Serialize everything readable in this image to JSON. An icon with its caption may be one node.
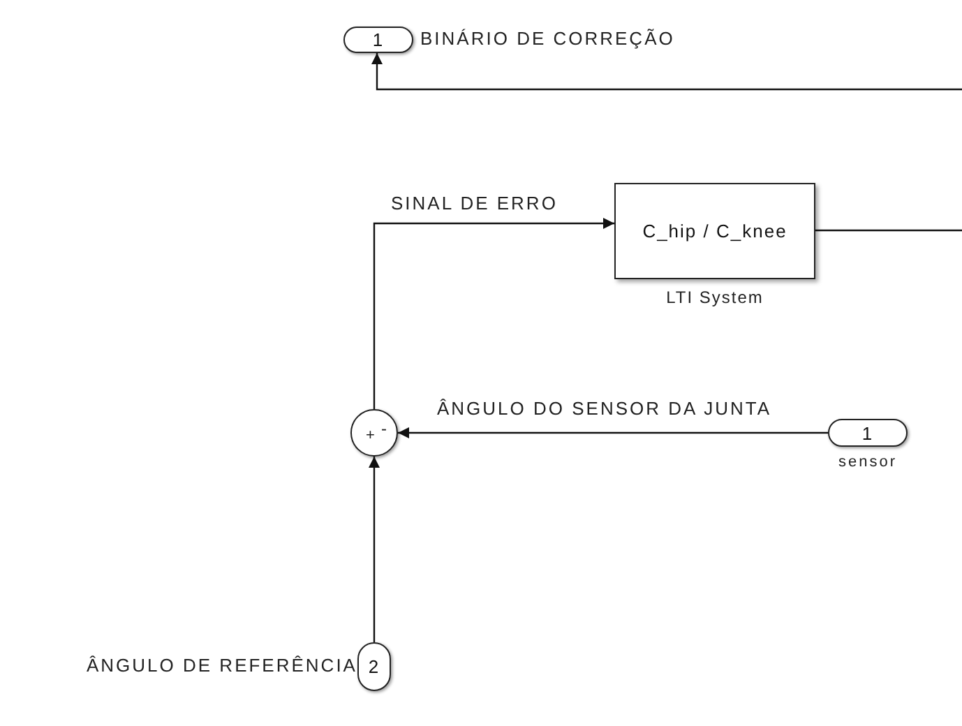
{
  "diagram": {
    "nodes": [
      {
        "text": [
          "1"
        ],
        "beside": [
          "BINÁRIO DE CORREÇÃO"
        ]
      },
      {
        "text": [
          "C_hip / C_knee"
        ],
        "beside": [
          "LTI System"
        ]
      },
      {
        "text": [
          "+",
          "-"
        ]
      },
      {
        "text": [
          "1"
        ],
        "beside": [
          "sensor"
        ]
      },
      {
        "text": [
          "2"
        ],
        "beside": [
          "ÂNGULO DE REFERÊNCIA"
        ]
      }
    ],
    "edges": [
      {
        "from": 1,
        "to": null,
        "arrow": "none"
      },
      {
        "from": null,
        "to": 0,
        "arrow": "to"
      },
      {
        "from": 2,
        "to": 1,
        "arrow": "to",
        "label": "SINAL DE ERRO"
      },
      {
        "from": 3,
        "to": 2,
        "arrow": "to",
        "label": "ÂNGULO DO SENSOR DA JUNTA"
      },
      {
        "from": 4,
        "to": 2,
        "arrow": "to"
      }
    ]
  }
}
